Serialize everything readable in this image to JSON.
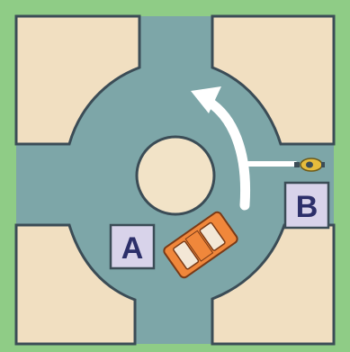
{
  "diagram": {
    "marker_a": "A",
    "marker_b": "B",
    "vehicle_a": "car",
    "vehicle_b": "motorcycle",
    "arrow_icon": "curved-arrow-icon"
  },
  "colors": {
    "frame": "#8fcc86",
    "road": "#7da6a8",
    "road_edge": "#3b4c56",
    "pavement": "#f1dfc1",
    "center_island": "#f2e3c7",
    "label_box": "#d8d3ea",
    "label_text": "#2c2f6a",
    "car": "#f0873b",
    "motorcycle": "#e6bc3c",
    "arrow": "#ffffff"
  }
}
